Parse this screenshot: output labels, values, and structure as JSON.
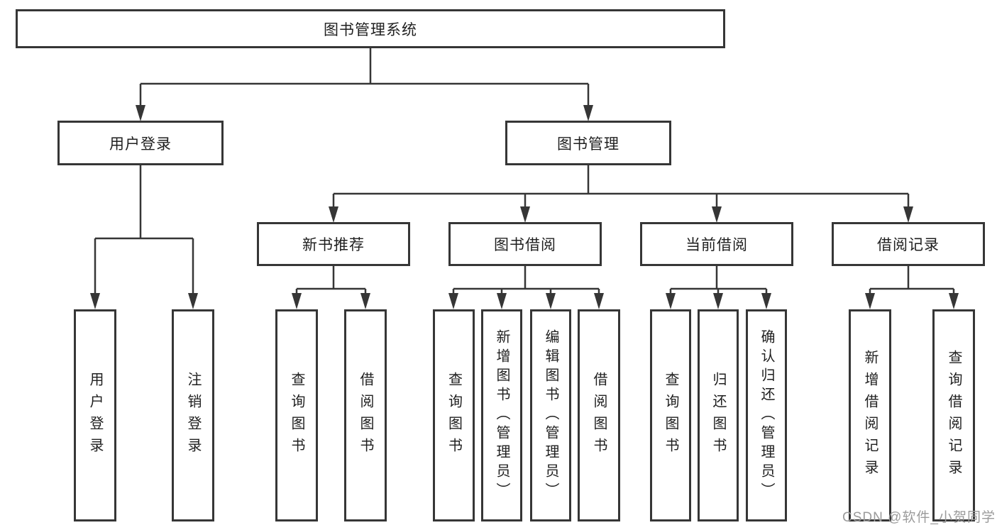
{
  "tree": {
    "label": "图书管理系统",
    "children": [
      {
        "label": "用户登录",
        "children": [
          {
            "label": "用户登录"
          },
          {
            "label": "注销登录"
          }
        ]
      },
      {
        "label": "图书管理",
        "children": [
          {
            "label": "新书推荐",
            "children": [
              {
                "label": "查询图书"
              },
              {
                "label": "借阅图书"
              }
            ]
          },
          {
            "label": "图书借阅",
            "children": [
              {
                "label": "查询图书"
              },
              {
                "label": "新增图书（管理员）"
              },
              {
                "label": "编辑图书（管理员）"
              },
              {
                "label": "借阅图书"
              }
            ]
          },
          {
            "label": "当前借阅",
            "children": [
              {
                "label": "查询图书"
              },
              {
                "label": "归还图书"
              },
              {
                "label": "确认归还（管理员）"
              }
            ]
          },
          {
            "label": "借阅记录",
            "children": [
              {
                "label": "新增借阅记录"
              },
              {
                "label": "查询借阅记录"
              }
            ]
          }
        ]
      }
    ]
  },
  "watermark": "CSDN @软件_小贺同学",
  "colors": {
    "line": "#363636",
    "text": "#1f1f1f",
    "background": "#ffffff",
    "watermark": "#9b9b9b"
  }
}
